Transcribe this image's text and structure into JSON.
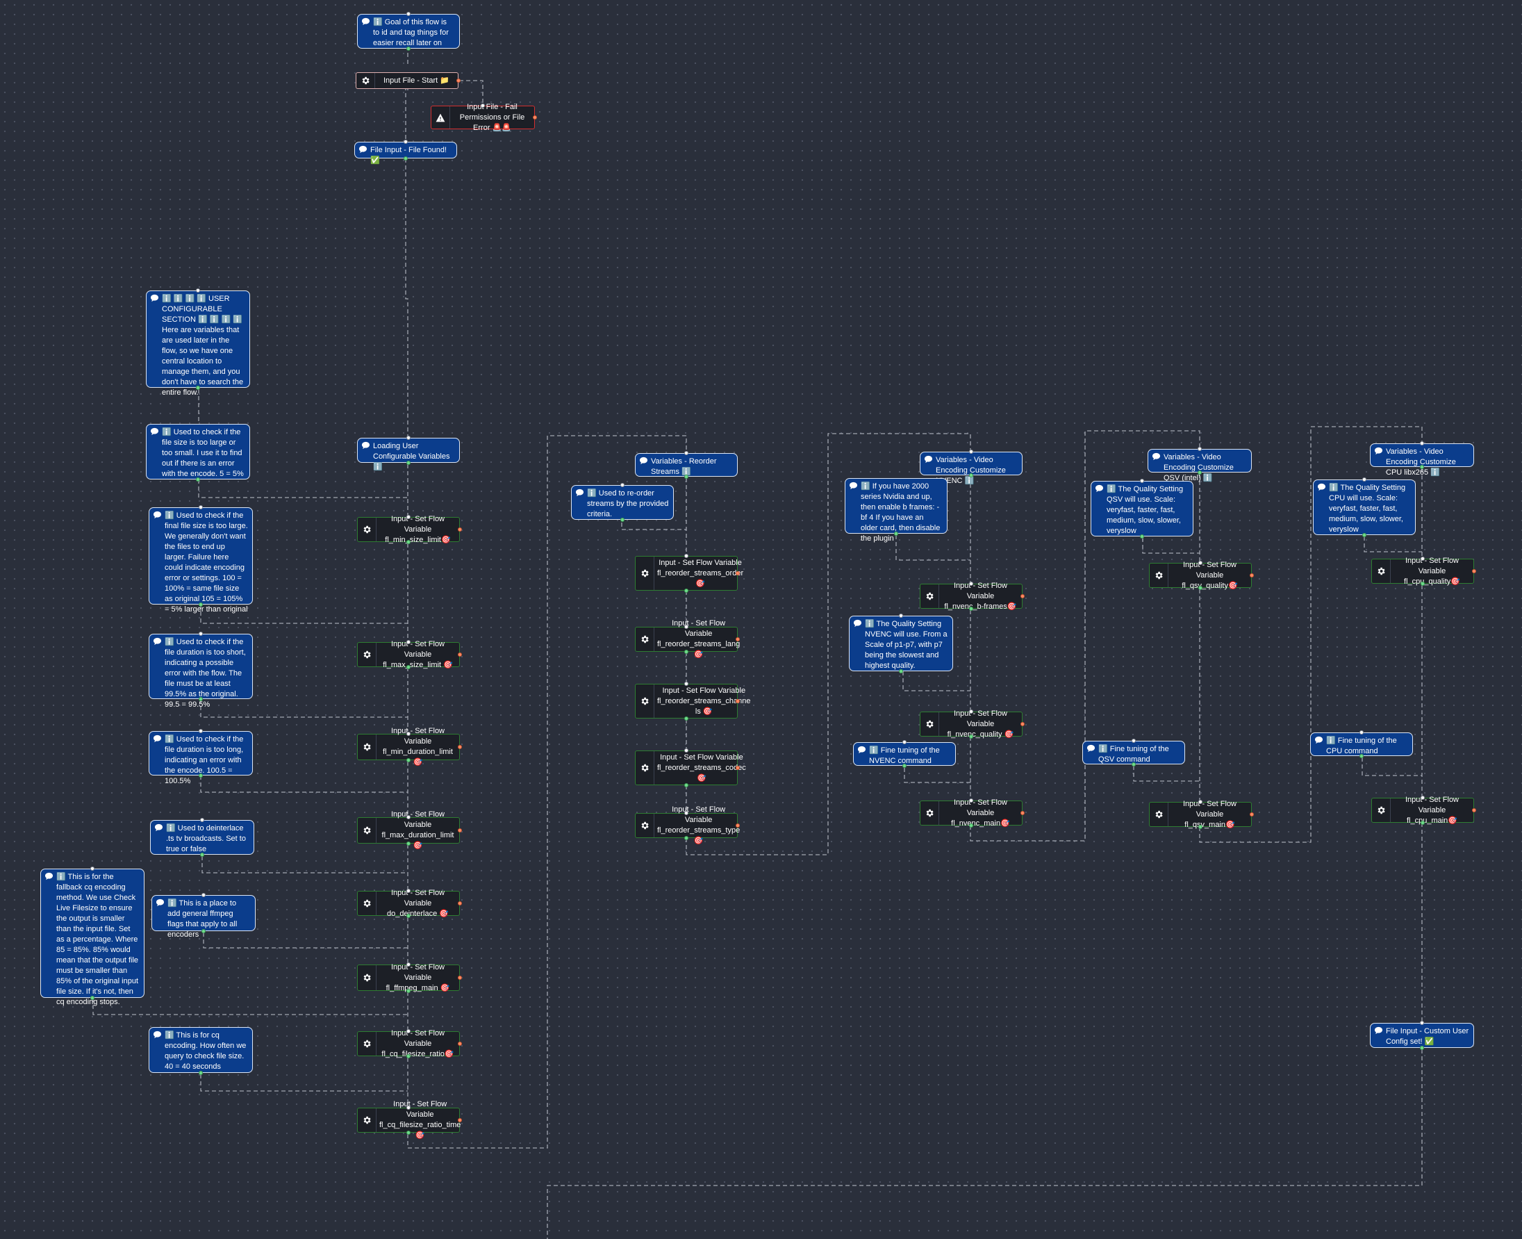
{
  "nodes": {
    "goal": "ℹ️ Goal of this flow is to id and tag things for easier recall later on",
    "input_start": "Input File - Start 📁",
    "fail_permissions": "Input File - Fail Permissions or File Error 🚨🚨",
    "file_found": "File Input - File Found! ✅",
    "user_config": "ℹ️ ℹ️ ℹ️ ℹ️ USER CONFIGURABLE SECTION ℹ️ ℹ️ ℹ️ ℹ️\nHere are variables that are used later in the flow, so we have one central location to manage them, and you don't have to search the entire flow.",
    "loading_vars": "Loading User Configurable Variables ℹ️",
    "c_min_size": "ℹ️ Used to check if the file size is too large or too small. I use it to find out if there is an error with the encode. 5 = 5%",
    "c_max_size": "ℹ️ Used to check if the final file size is too large. We generally don't want the files to end up larger. Failure here could indicate encoding error or settings. 100 = 100% = same file size as original 105 = 105% = 5% larger than original",
    "c_min_duration": "ℹ️ Used to check if the file duration is too short, indicating a possible error with the flow. The file must be at least 99.5% as the original. 99.5 = 99.5%",
    "c_max_duration": "ℹ️ Used to check if the file duration is too long, indicating an error with the encode. 100.5 = 100.5%",
    "c_deinterlace": "ℹ️ Used to deinterlace .ts tv broadcasts. Set to true or false",
    "c_fallback": "ℹ️ This is for the fallback cq encoding method. We use Check Live Filesize to ensure the output is smaller than the input file. Set as a percentage. Where 85 = 85%. 85% would mean that the output file must be smaller than 85% of the original input file size. If it's not, then cq encoding stops.",
    "c_ffmpeg": "ℹ️ This is a place to add general ffmpeg flags that apply to all encoders",
    "c_cq_time": "ℹ️ This is for cq encoding. How often we query to check file size. 40 = 40 seconds",
    "v_min_size": "Input - Set Flow Variable\nfl_min_size_limit🎯",
    "v_max_size": "Input - Set Flow Variable\nfl_max_size_limit 🎯",
    "v_min_duration": "Input - Set Flow Variable\nfl_min_duration_limit 🎯",
    "v_max_duration": "Input - Set Flow Variable\nfl_max_duration_limit 🎯",
    "v_deinterlace": "Input - Set Flow Variable\ndo_deinterlace 🎯",
    "v_ffmpeg_main": "Input - Set Flow Variable\nfl_ffmpeg_main 🎯",
    "v_cq_ratio": "Input - Set Flow Variable\nfl_cq_filesize_ratio🎯",
    "v_cq_ratio_time": "Input - Set Flow Variable\nfl_cq_filesize_ratio_time 🎯",
    "reorder_header": "Variables - Reorder Streams ℹ️",
    "reorder_comment": "ℹ️ Used to re-order streams by the provided criteria.",
    "v_reorder_order": "Input - Set Flow Variable\nfl_reorder_streams_order\n🎯",
    "v_reorder_lang": "Input - Set Flow Variable\nfl_reorder_streams_lang🎯",
    "v_reorder_channels": "Input - Set Flow Variable\nfl_reorder_streams_channe\nls 🎯",
    "v_reorder_codec": "Input - Set Flow Variable\nfl_reorder_streams_codec\n🎯",
    "v_reorder_type": "Input - Set Flow Variable\nfl_reorder_streams_type🎯",
    "nvenc_header": "Variables - Video Encoding Customize NVENC ℹ️",
    "nvenc_bframes_comment": "ℹ️ If you have 2000 series Nvidia and up, then enable b frames: -bf 4 If you have an older card, then disable the plugin",
    "v_nvenc_bframes": "Input - Set Flow Variable\nfl_nvenc_b-frames🎯",
    "nvenc_quality_comment": "ℹ️ The Quality Setting NVENC will use. From a Scale of p1-p7, with p7 being the slowest and highest quality.",
    "v_nvenc_quality": "Input - Set Flow Variable\nfl_nvenc_quality 🎯",
    "nvenc_fine_comment": "ℹ️ Fine tuning of the NVENC command",
    "v_nvenc_main": "Input - Set Flow Variable\nfl_nvenc_main🎯",
    "qsv_header": "Variables - Video Encoding Customize QSV (intel) ℹ️",
    "qsv_quality_comment": "ℹ️ The Quality Setting QSV will use. Scale: veryfast, faster, fast, medium, slow, slower, veryslow",
    "v_qsv_quality": "Input - Set Flow Variable\nfl_qsv_quality🎯",
    "qsv_fine_comment": "ℹ️ Fine tuning of the QSV command",
    "v_qsv_main": "Input - Set Flow Variable\nfl_qsv_main🎯",
    "cpu_header": "Variables - Video Encoding Customize CPU libx265 ℹ️",
    "cpu_quality_comment": "ℹ️ The Quality Setting CPU will use. Scale: veryfast, faster, fast, medium, slow, slower, veryslow",
    "v_cpu_quality": "Input - Set Flow Variable\nfl_cpu_quality🎯",
    "cpu_fine_comment": "ℹ️ Fine tuning of the CPU command",
    "v_cpu_main": "Input - Set Flow Variable\nfl_cpu_main🎯",
    "custom_config": "File Input - Custom User Config set! ✅"
  },
  "icons": {
    "comment": "speech-bubble-icon",
    "action": "gear-icon",
    "error": "warning-icon"
  },
  "colors": {
    "canvas": "#2a2f3b",
    "comment_fill": "#0b3d8c",
    "action_border": "#2e7d32",
    "error_border": "#d32f2f",
    "edge": "#b8bcc6"
  }
}
